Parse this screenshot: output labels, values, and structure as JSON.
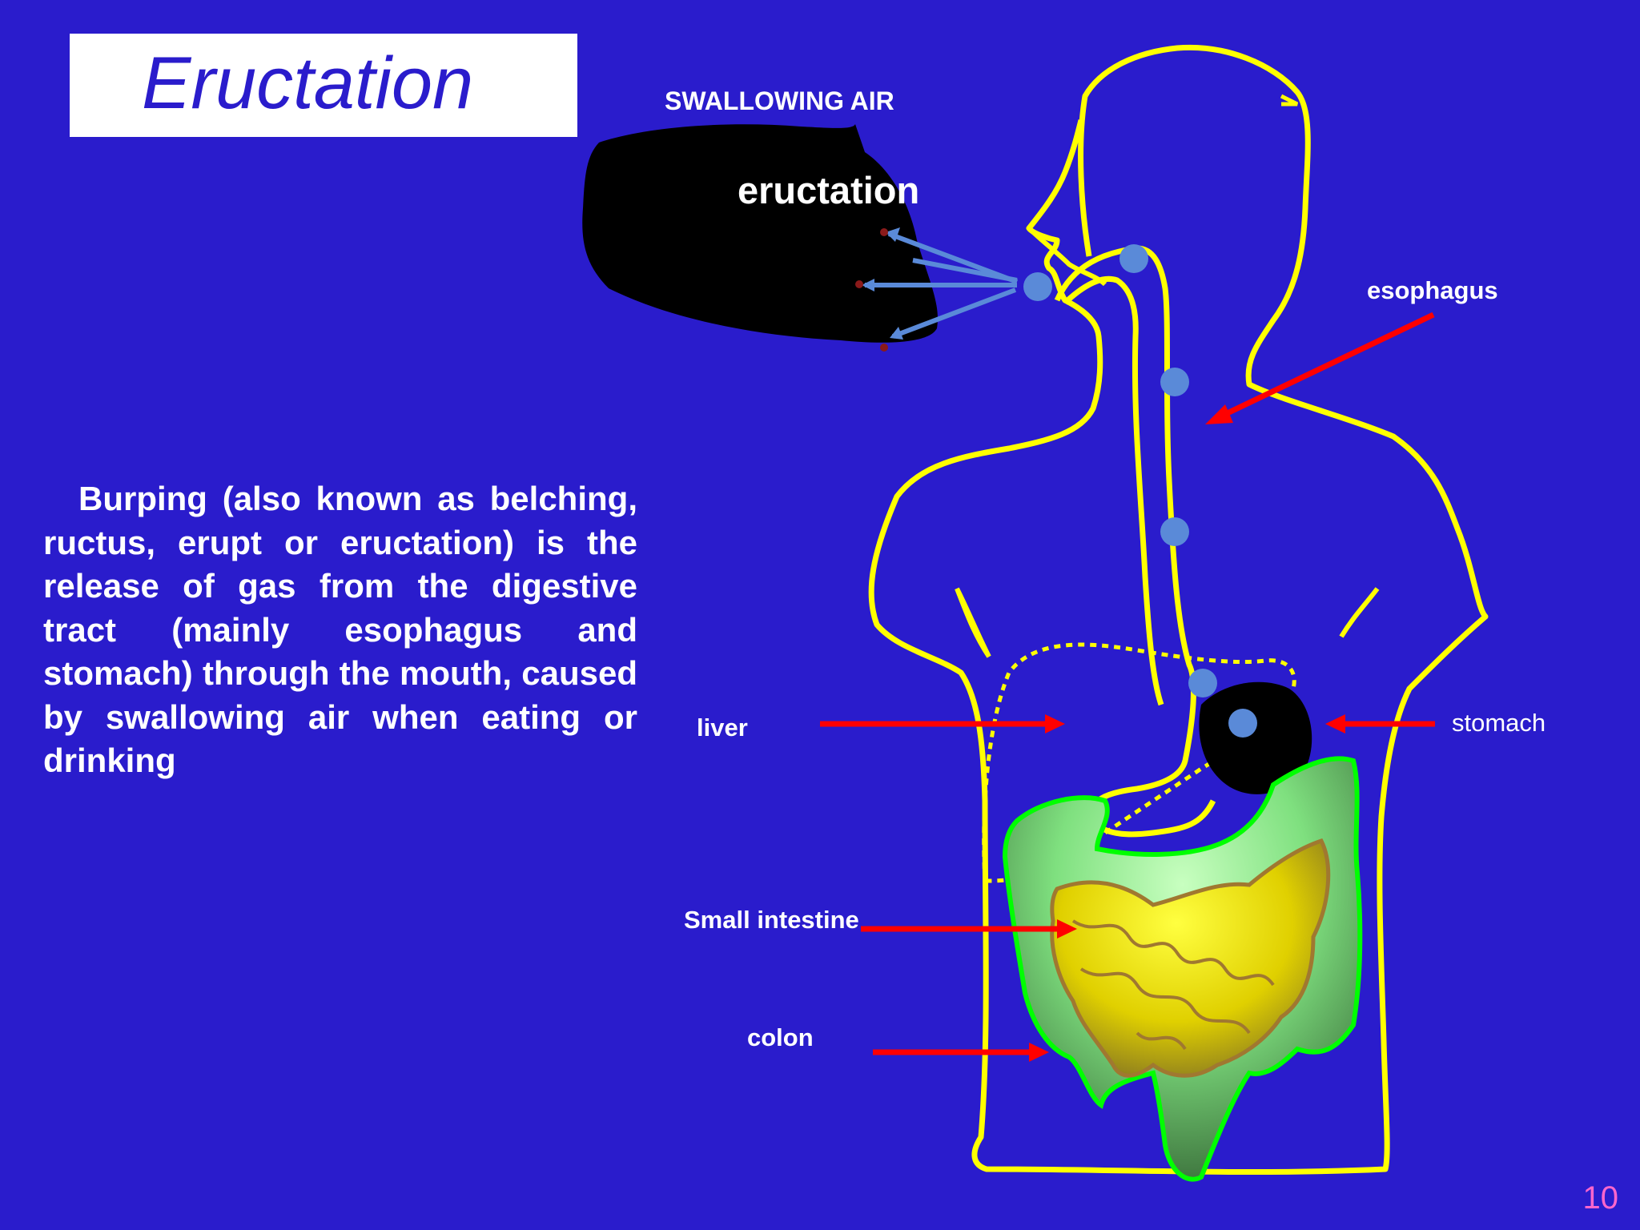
{
  "title": "Eructation",
  "description": "Burping (also known as belching, ructus, erupt or eructation) is the release of gas from the digestive tract (mainly esophagus and stomach) through the mouth, caused by swallowing air when eating or drinking",
  "diagram": {
    "swallowing_air_label": "SWALLOWING AIR",
    "eructation_label": "eructation",
    "labels": {
      "esophagus": "esophagus",
      "liver": "liver",
      "stomach": "stomach",
      "small_intestine": "Small intestine",
      "colon": "colon"
    }
  },
  "colors": {
    "background": "#2a1ccc",
    "body_outline": "#ffff00",
    "arrow": "#ff0000",
    "air_bubble": "#5a8ad8",
    "colon": "#78e878",
    "small_intestine": "#e8e000",
    "page_number": "#ff66cc"
  },
  "page_number": "10"
}
